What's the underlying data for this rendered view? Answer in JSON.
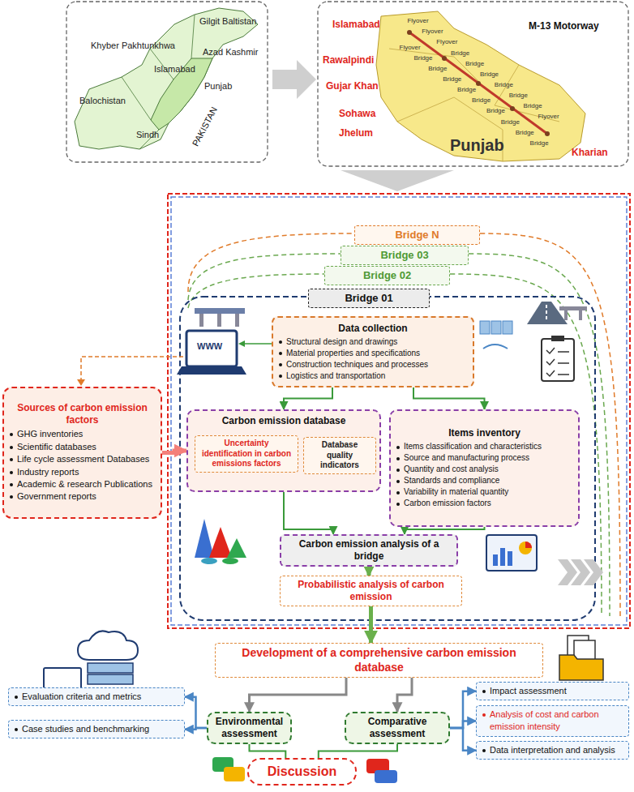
{
  "diagram": {
    "nodes": [
      {
        "text": [
          "Bridge N"
        ]
      },
      {
        "text": [
          "Bridge 03"
        ]
      },
      {
        "text": [
          "Bridge 02"
        ]
      },
      {
        "text": [
          "Bridge 01"
        ]
      },
      {
        "text": [
          "Data collection",
          "Structural design and drawings",
          "Material properties and specifications",
          "Construction techniques and processes",
          "Logistics and transportation"
        ]
      },
      {
        "text": [
          "Carbon emission database"
        ]
      },
      {
        "text": [
          "Uncertainty identification in carbon emissions factors"
        ],
        "in": 5
      },
      {
        "text": [
          "Database quality indicators"
        ],
        "in": 5
      },
      {
        "text": [
          "Items inventory",
          "Items classification and characteristics",
          "Source and manufacturing process",
          "Quantity and cost analysis",
          "Standards and compliance",
          "Variability in material quantity",
          "Carbon emission factors"
        ]
      },
      {
        "text": [
          "Carbon emission analysis of a bridge"
        ]
      },
      {
        "text": [
          "Probabilistic analysis of carbon emission"
        ]
      },
      {
        "text": [
          "Sources of carbon emission factors",
          "GHG inventories",
          "Scientific databases",
          "Life cycle assessment Databases",
          "Industry reports",
          "Academic & research Publications",
          "Government reports"
        ]
      },
      {
        "text": [
          "Development of a comprehensive carbon emission database"
        ]
      },
      {
        "text": [
          "Environmental assessment"
        ]
      },
      {
        "text": [
          "Comparative assessment"
        ]
      },
      {
        "text": [
          "Discussion"
        ]
      },
      {
        "text": [
          "Evaluation criteria and metrics"
        ]
      },
      {
        "text": [
          "Case studies and benchmarking"
        ]
      },
      {
        "text": [
          "Impact assessment"
        ]
      },
      {
        "text": [
          "Analysis of cost and carbon emission intensity"
        ]
      },
      {
        "text": [
          "Data interpretation and analysis"
        ]
      }
    ],
    "edges": [
      {
        "from": 4,
        "to": 5,
        "arrow": "to"
      },
      {
        "from": 4,
        "to": 8,
        "arrow": "to"
      },
      {
        "from": 11,
        "to": 5,
        "arrow": "to"
      },
      {
        "from": 5,
        "to": 9,
        "arrow": "to"
      },
      {
        "from": 8,
        "to": 9,
        "arrow": "to"
      },
      {
        "from": 9,
        "to": 10,
        "arrow": "to"
      },
      {
        "from": 10,
        "to": 12,
        "arrow": "to"
      },
      {
        "from": 12,
        "to": 13,
        "arrow": "to"
      },
      {
        "from": 12,
        "to": 14,
        "arrow": "to"
      },
      {
        "from": 13,
        "to": 15,
        "arrow": "none"
      },
      {
        "from": 14,
        "to": 15,
        "arrow": "none"
      },
      {
        "from": 13,
        "to": 16,
        "arrow": "to"
      },
      {
        "from": 13,
        "to": 17,
        "arrow": "to"
      },
      {
        "from": 14,
        "to": 18,
        "arrow": "to"
      },
      {
        "from": 14,
        "to": 19,
        "arrow": "to"
      },
      {
        "from": 14,
        "to": 20,
        "arrow": "to"
      }
    ],
    "labels": [
      "Gilgit Baltistan",
      "Khyber Pakhtunkhwa",
      "Azad Kashmir",
      "Islamabad",
      "Punjab",
      "Balochistan",
      "Sindh",
      "PAKISTAN",
      "Islamabad",
      "M-13 Motorway",
      "Rawalpindi",
      "Gujar Khan",
      "Sohawa",
      "Jhelum",
      "Kharian",
      "Punjab",
      "WWW",
      "Flyover",
      "Flyover",
      "Flyover",
      "Bridge",
      "Flyover",
      "Bridge",
      "Bridge",
      "Bridge",
      "Bridge",
      "Bridge",
      "Bridge",
      "Bridge",
      "Bridge",
      "Bridge",
      "Bridge",
      "Bridge",
      "Bridge",
      "Bridge",
      "Flyover",
      "Bridge"
    ]
  }
}
